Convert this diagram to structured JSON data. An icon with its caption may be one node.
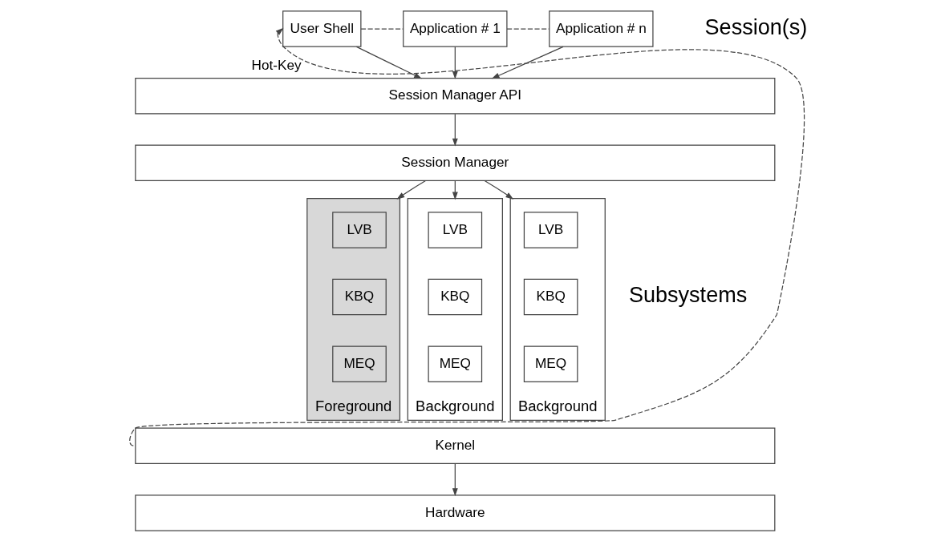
{
  "diagram": {
    "nodes": [
      {
        "text": [
          "User Shell"
        ]
      },
      {
        "text": [
          "Application # 1"
        ]
      },
      {
        "text": [
          "Application # n"
        ]
      },
      {
        "text": [
          "Session Manager API"
        ]
      },
      {
        "text": [
          "Session Manager"
        ]
      },
      {
        "text": [],
        "shape": "box",
        "beside": [
          "Foreground"
        ]
      },
      {
        "text": [
          "LVB"
        ],
        "in": 5
      },
      {
        "text": [
          "KBQ"
        ],
        "in": 5
      },
      {
        "text": [
          "MEQ"
        ],
        "in": 5
      },
      {
        "text": [],
        "shape": "box",
        "beside": [
          "Background"
        ]
      },
      {
        "text": [
          "LVB"
        ],
        "in": 9
      },
      {
        "text": [
          "KBQ"
        ],
        "in": 9
      },
      {
        "text": [
          "MEQ"
        ],
        "in": 9
      },
      {
        "text": [],
        "shape": "box",
        "beside": [
          "Background"
        ]
      },
      {
        "text": [
          "LVB"
        ],
        "in": 13
      },
      {
        "text": [
          "KBQ"
        ],
        "in": 13
      },
      {
        "text": [
          "MEQ"
        ],
        "in": 13
      },
      {
        "text": [
          "Kernel"
        ]
      },
      {
        "text": [
          "Hardware"
        ]
      }
    ],
    "edges": [
      {
        "from": 0,
        "to": 1,
        "arrow": "none",
        "style": "dashed"
      },
      {
        "from": 1,
        "to": 2,
        "arrow": "none",
        "style": "dashed"
      },
      {
        "from": 0,
        "to": 3,
        "arrow": "to"
      },
      {
        "from": 1,
        "to": 3,
        "arrow": "to"
      },
      {
        "from": 2,
        "to": 3,
        "arrow": "to"
      },
      {
        "from": 3,
        "to": 4,
        "arrow": "to"
      },
      {
        "from": 4,
        "to": 5,
        "arrow": "to"
      },
      {
        "from": 4,
        "to": 9,
        "arrow": "to"
      },
      {
        "from": 4,
        "to": 13,
        "arrow": "to"
      },
      {
        "from": 17,
        "to": 0,
        "arrow": "to",
        "label": "Hot-Key",
        "style": "dashed"
      },
      {
        "from": 17,
        "to": 18,
        "arrow": "to"
      }
    ],
    "labels": [
      "Session(s)",
      "Subsystems"
    ]
  }
}
